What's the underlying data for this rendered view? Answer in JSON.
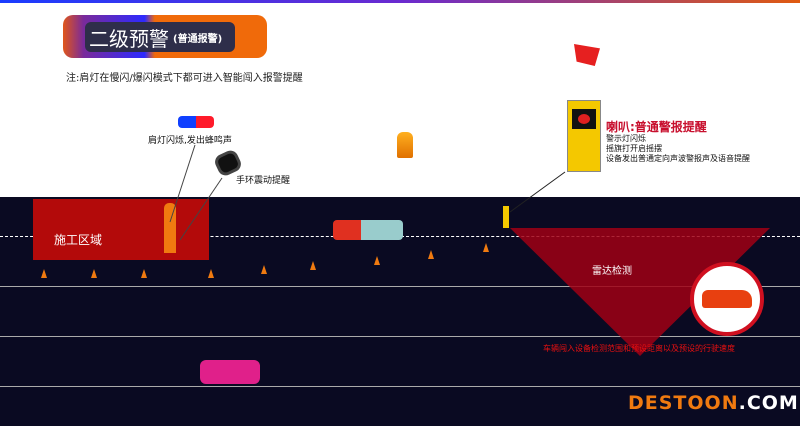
{
  "header": {
    "title": "二级预警",
    "subtitle": "(普通报警)",
    "note": "注:肩灯在慢闪/爆闪模式下都可进入智能闯入报警提醒"
  },
  "labels": {
    "shoulder_light": "肩灯闪烁,发出蜂鸣声",
    "wristband": "手环震动提醒",
    "zone": "施工区域",
    "radar": "雷达检测",
    "warning": "车辆闯入设备检测范围和预设距离以及预设的行驶速度"
  },
  "horn": {
    "title": "喇叭:普通警报提醒",
    "lines": [
      "警示灯闪烁",
      "摇旗打开启摇摆",
      "设备发出普通定向声波警报声及语音提醒"
    ]
  },
  "watermark": {
    "a": "DESTOON",
    "b": ".COM"
  },
  "colors": {
    "accent": "#c8102e",
    "road": "#0a0a22",
    "zone": "#b30a0a",
    "cone": "#f07a10"
  }
}
